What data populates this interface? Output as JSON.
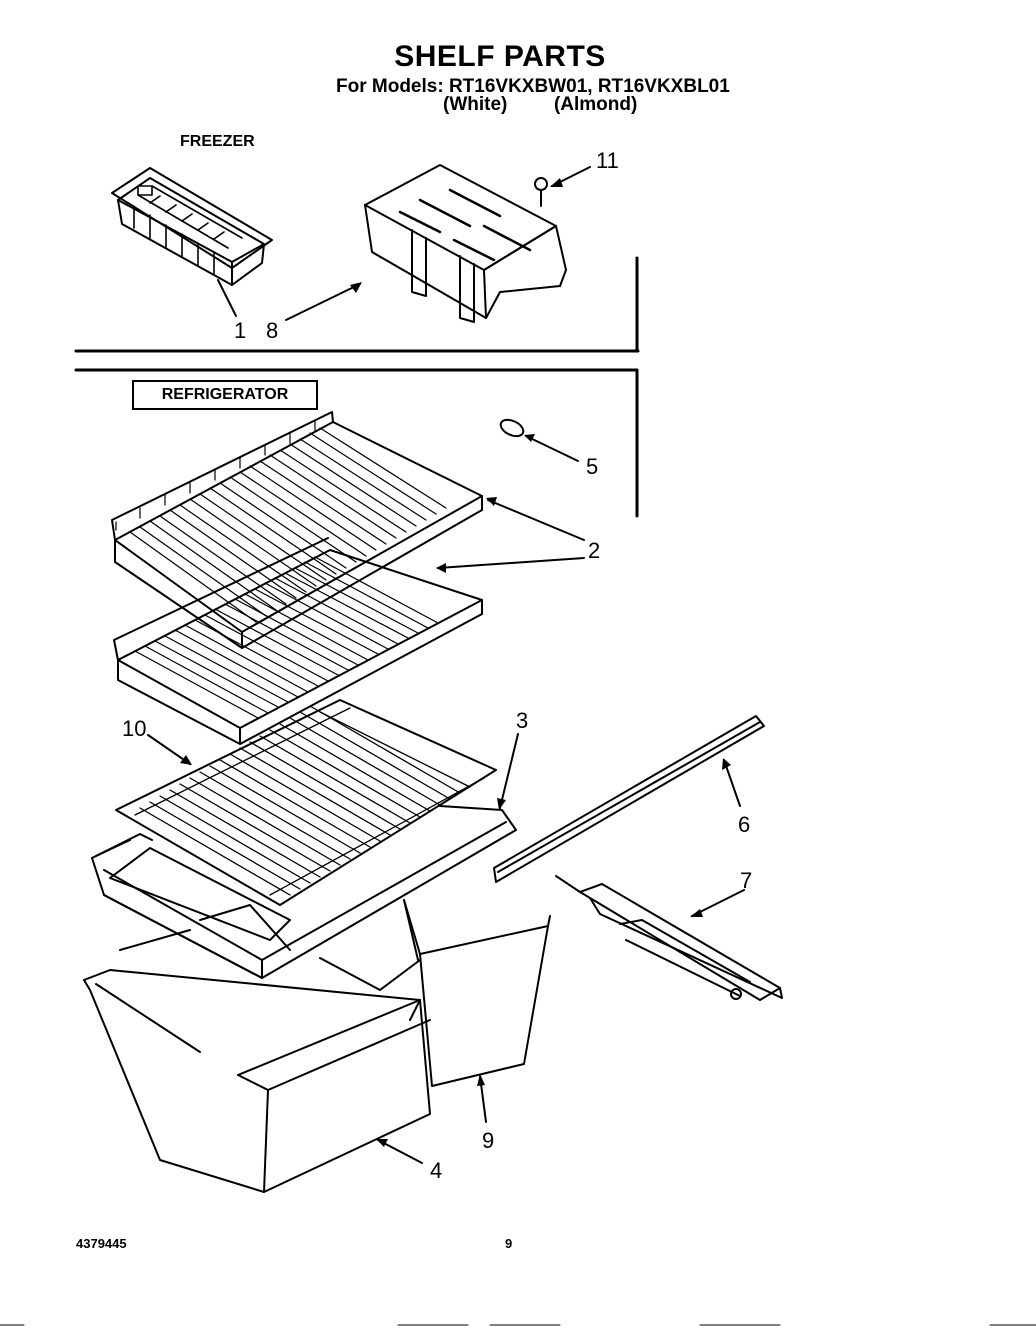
{
  "page": {
    "title": "SHELF PARTS",
    "models_line": "For Models: RT16VKXBW01, RT16VKXBL01",
    "variant_white": "(White)",
    "variant_almond": "(Almond)",
    "section_freezer": "FREEZER",
    "section_refrigerator": "REFRIGERATOR",
    "part_number": "4379445",
    "page_number": "9"
  },
  "callouts": {
    "c1": "1",
    "c8": "8",
    "c11": "11",
    "c5": "5",
    "c2": "2",
    "c10": "10",
    "c3": "3",
    "c6": "6",
    "c7": "7",
    "c9": "9",
    "c4": "4"
  }
}
